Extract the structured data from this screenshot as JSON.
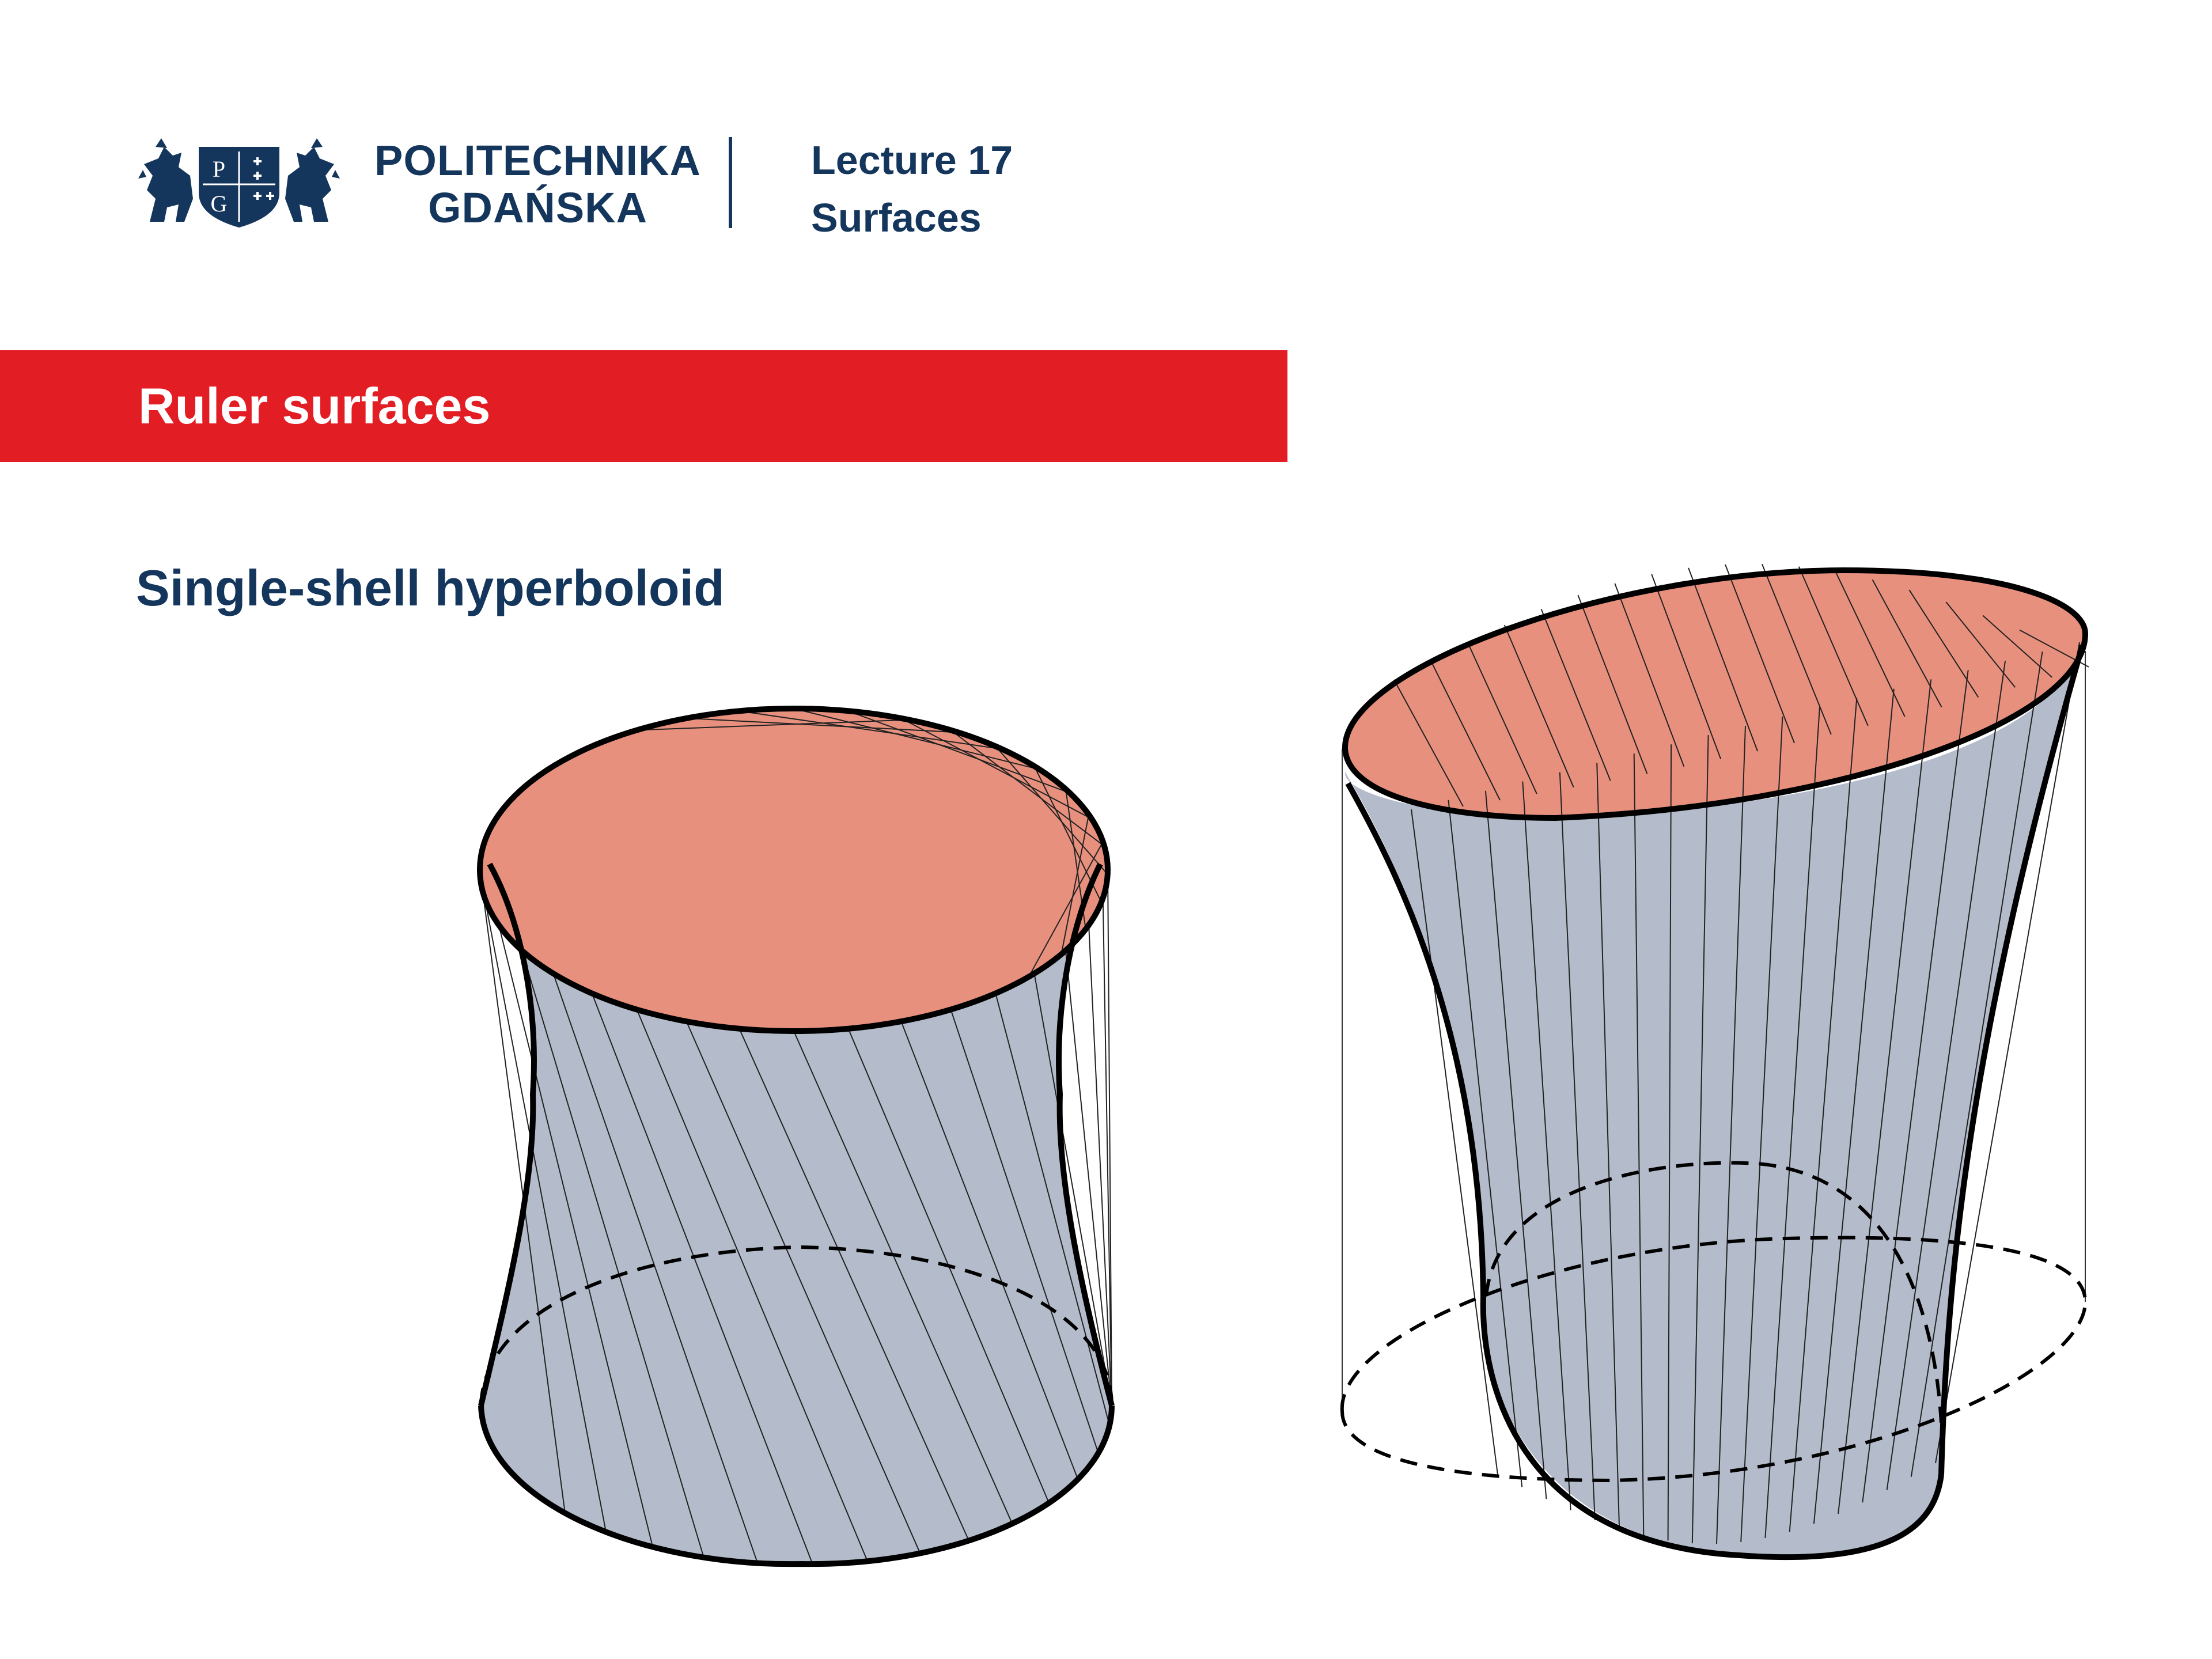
{
  "header": {
    "logo": {
      "line1": "POLITECHNIKA",
      "line2": "GDAŃSKA",
      "emblem_name": "pg-crest-with-lions",
      "emblem_letters": [
        "P",
        "G"
      ]
    },
    "lecture": {
      "number_label": "Lecture 17",
      "topic": "Surfaces"
    }
  },
  "banner": {
    "title": "Ruler surfaces",
    "color": "#e21d24"
  },
  "section": {
    "title": "Single-shell hyperboloid"
  },
  "colors": {
    "brand_navy": "#14365c",
    "surface_outer": "#b4bccb",
    "surface_inner": "#e8907e",
    "outline": "#000000"
  },
  "figures": [
    {
      "name": "hyperboloid-upright",
      "rulings": 36
    },
    {
      "name": "hyperboloid-tilted",
      "rulings": 36
    }
  ]
}
